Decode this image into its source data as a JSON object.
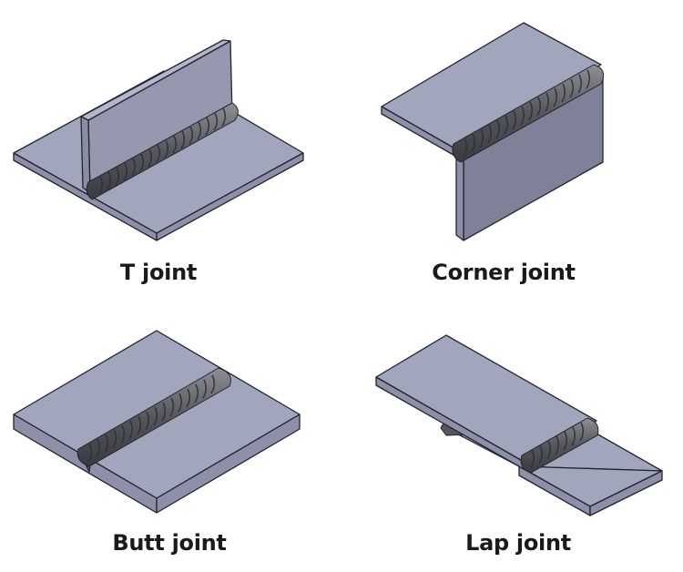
{
  "joints": [
    {
      "id": "t",
      "label": "T joint"
    },
    {
      "id": "corner",
      "label": "Corner joint"
    },
    {
      "id": "butt",
      "label": "Butt joint"
    },
    {
      "id": "lap",
      "label": "Lap joint"
    }
  ],
  "colors": {
    "top_face": "#a2a6bd",
    "side_face": "#8d90a8",
    "dark_face": "#797c92",
    "edge": "#22242e",
    "weld": "#55565c",
    "weld_dark": "#3a3b40",
    "weld_light": "#8a8b90"
  }
}
